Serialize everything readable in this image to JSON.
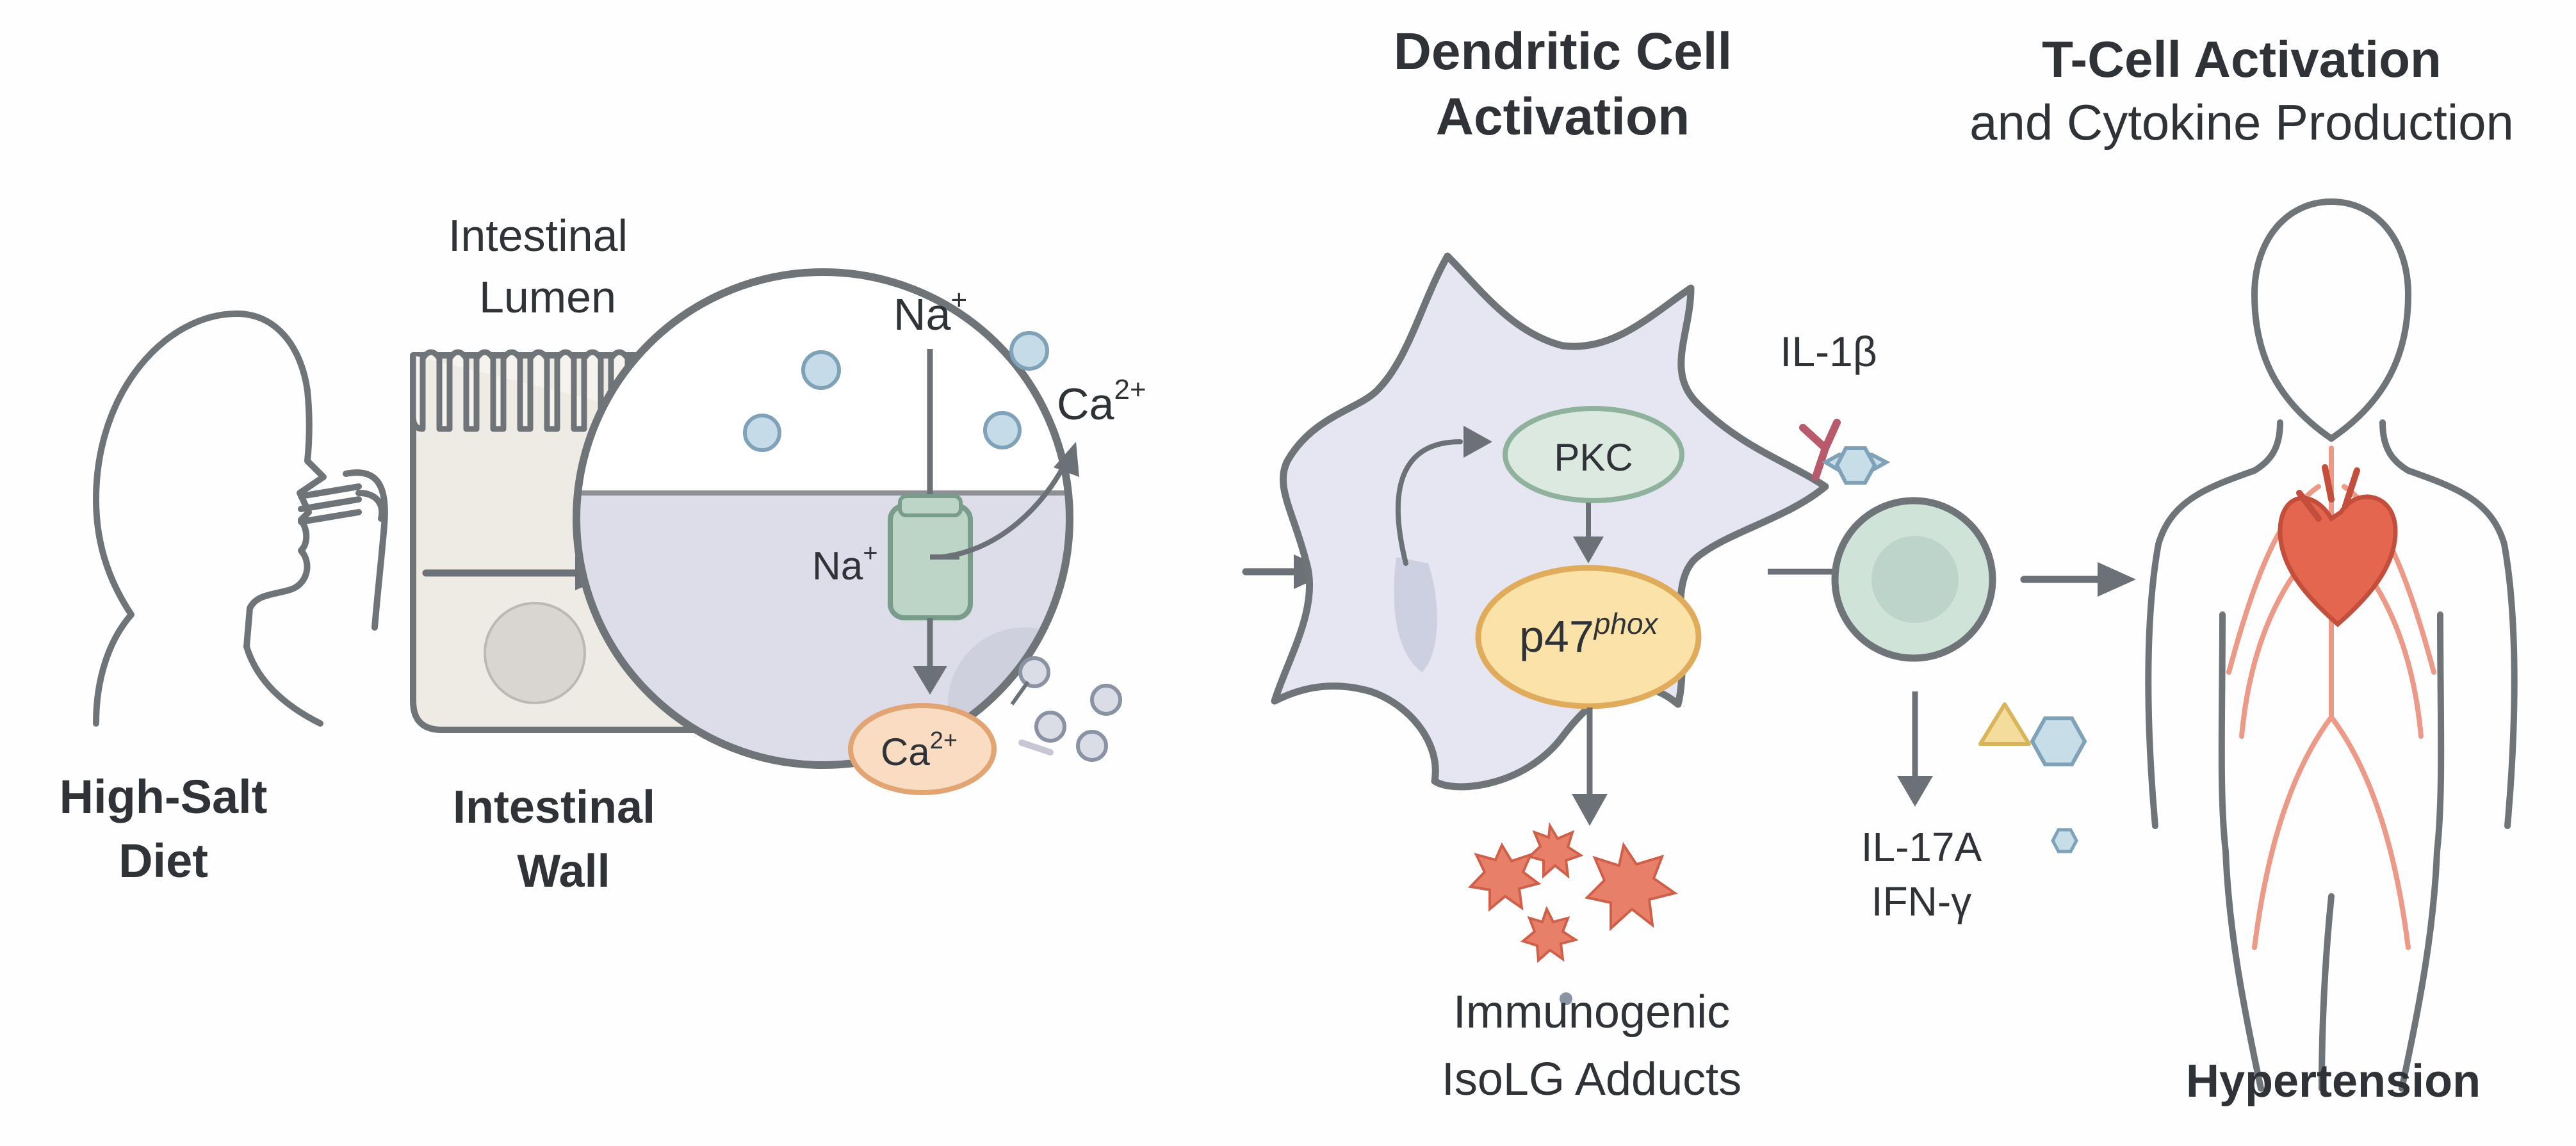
{
  "titles": {
    "dendritic_line1": "Dendritic Cell",
    "dendritic_line2": "Activation",
    "tcell_line1": "T-Cell Activation",
    "tcell_line2": "and Cytokine Production"
  },
  "labels": {
    "diet_line1": "High-Salt",
    "diet_line2": "Diet",
    "lumen_line1": "Intestinal",
    "lumen_line2": "Lumen",
    "wall_line1": "Intestinal",
    "wall_line2": "Wall",
    "na_top": "Na",
    "na_top_sup": "+",
    "ca_top": "Ca",
    "ca_top_sup": "2+",
    "na_channel": "Na",
    "na_channel_sup": "+",
    "ca_inner": "Ca",
    "ca_inner_sup": "2+",
    "pkc": "PKC",
    "p47": "p47",
    "p47_sup": "phox",
    "il1b": "IL-1β",
    "il17a": "IL-17A",
    "ifng": "IFN-γ",
    "adducts_line1": "Immunogenic",
    "adducts_line2": "IsoLG Adducts",
    "hypertension": "Hypertension"
  },
  "colors": {
    "outline": "#6f7478",
    "arrow": "#6b7177",
    "text": "#2f3338",
    "intestine_fill": "#eeeae4",
    "zoom_cell_fill": "#dcdde9",
    "dendritic_fill": "#e6e6f2",
    "pkc_fill": "#dce9e1",
    "p47_fill": "#fbe2a8",
    "ca_fill": "#f9dcc2",
    "tcell_fill": "#cfe3d9",
    "heart": "#e5664f",
    "vessels": "#ec9a87",
    "adduct_stars": "#e88069",
    "cytokine_triangle": "#f3dc9c",
    "cytokine_hexagon": "#c7dde8",
    "il1b_receptor": "#b85a6b"
  }
}
